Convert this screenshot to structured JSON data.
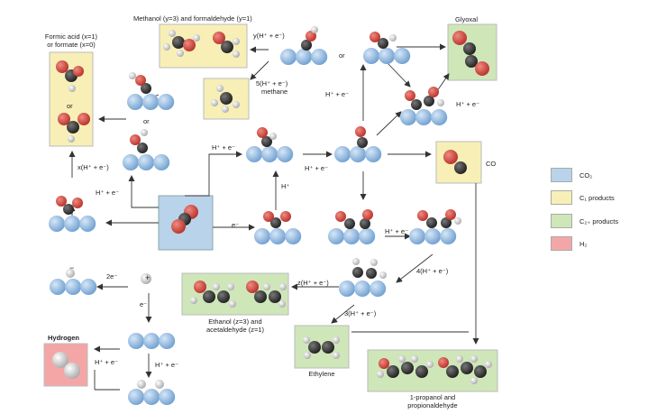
{
  "labels": {
    "methanol_formaldehyde": "Methanol (y=3) and formaldehyde (y=1)",
    "glyoxal": "Glyoxal",
    "formic_1": "Formic acid (x=1)",
    "formic_2": "or formate (x=0)",
    "methane_rxn": "5(H⁺ + e⁻)",
    "methane": "methane",
    "y_rxn": "y(H⁺ + e⁻)",
    "or_top": "or",
    "or_left": "or",
    "or_formic": "or",
    "hpe_top1": "H⁺ + e⁻",
    "hpe_center_top": "H⁺ + e⁻",
    "hpe_center_right": "H⁺ + e⁻",
    "hpe_glyoxal": "H⁺ + e⁻",
    "hpe_left": "H⁺ + e⁻",
    "x_rxn": "x(H⁺ + e⁻)",
    "h_plus": "H⁺",
    "e_minus_center": "e⁻",
    "co_label": "CO",
    "hpe_mid_right": "H⁺ + e⁻",
    "four_rxn": "4(H⁺ + e⁻)",
    "z_rxn": "z(H⁺ + e⁻)",
    "three_rxn": "3(H⁺ + e⁻)",
    "two_e": "2e⁻",
    "e_minus_h": "e⁻",
    "hpe_bottom": "H⁺ + e⁻",
    "hpe_hydrogen": "H⁺ + e⁻",
    "hydrogen": "Hydrogen",
    "ethanol_1": "Ethanol (z=3) and",
    "ethanol_2": "acetaldehyde (z=1)",
    "ethylene": "Ethylene",
    "propanol_1": "1-propanol and",
    "propanol_2": "propionaldehyde",
    "minus": "−",
    "plus": "+"
  },
  "legend": [
    {
      "label": "CO₂",
      "color": "#b9d3ea"
    },
    {
      "label": "C₁ products",
      "color": "#f7efb6"
    },
    {
      "label": "C₂₊ products",
      "color": "#cfe6b9"
    },
    {
      "label": "H₂",
      "color": "#f4a6a6"
    }
  ],
  "colors": {
    "co2": "#b9d3ea",
    "c1": "#f7efb6",
    "c2": "#cfe6b9",
    "h2": "#f4a6a6",
    "copper": "#8fb8e0",
    "carbon": "#3a3a3a",
    "oxygen": "#d9463e",
    "hydrogen": "#e0e0e0"
  }
}
